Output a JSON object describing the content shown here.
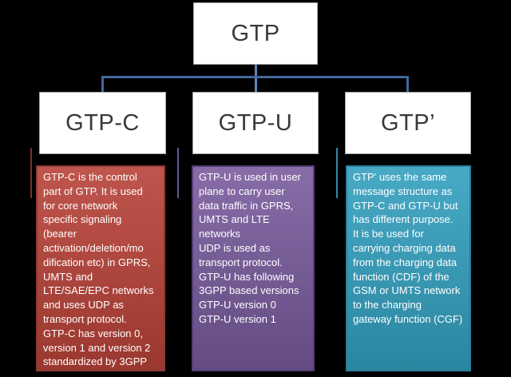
{
  "colors": {
    "background": "#000000",
    "node-fill": "#ffffff",
    "node-border": "#a6a6a6",
    "node-text": "#383838",
    "connector": "#44689d",
    "connector-stub": "#5c87bb",
    "panel-red": "#b84238",
    "panel-red-border": "#8a3a34",
    "panel-purple": "#7a5c9e",
    "panel-purple-border": "#523d74",
    "panel-teal": "#33a0bf",
    "panel-teal-border": "#2a7f99",
    "accent-red": "#7e2f28",
    "accent-purple": "#6a5096",
    "accent-teal": "#2f8ca8",
    "panel-text": "#ffffff"
  },
  "diagram": {
    "root": {
      "label": "GTP"
    },
    "children": [
      {
        "label": "GTP-C",
        "body": "GTP-C  is the control\npart of GTP. It is used\nfor core network\nspecific signaling\n(bearer\nactivation/deletion/mo\ndification etc) in GPRS,\nUMTS and\nLTE/SAE/EPC networks\nand uses UDP as\ntransport protocol.\nGTP-C has version 0,\nversion 1 and version 2\nstandardized by 3GPP"
      },
      {
        "label": "GTP-U",
        "body": "GTP-U is used in user\nplane to carry user\ndata traffic in GPRS,\nUMTS and LTE\nnetworks\nUDP is used as\ntransport protocol.\nGTP-U has following\n3GPP based versions\nGTP-U version 0\nGTP-U version 1"
      },
      {
        "label": "GTP’",
        "body": "GTP' uses the same\nmessage structure as\nGTP-C and GTP-U but\nhas different purpose.\nIt is be used for\ncarrying charging data\nfrom the charging data\nfunction (CDF) of the\nGSM or UMTS network\nto the charging\ngateway function (CGF)"
      }
    ]
  }
}
